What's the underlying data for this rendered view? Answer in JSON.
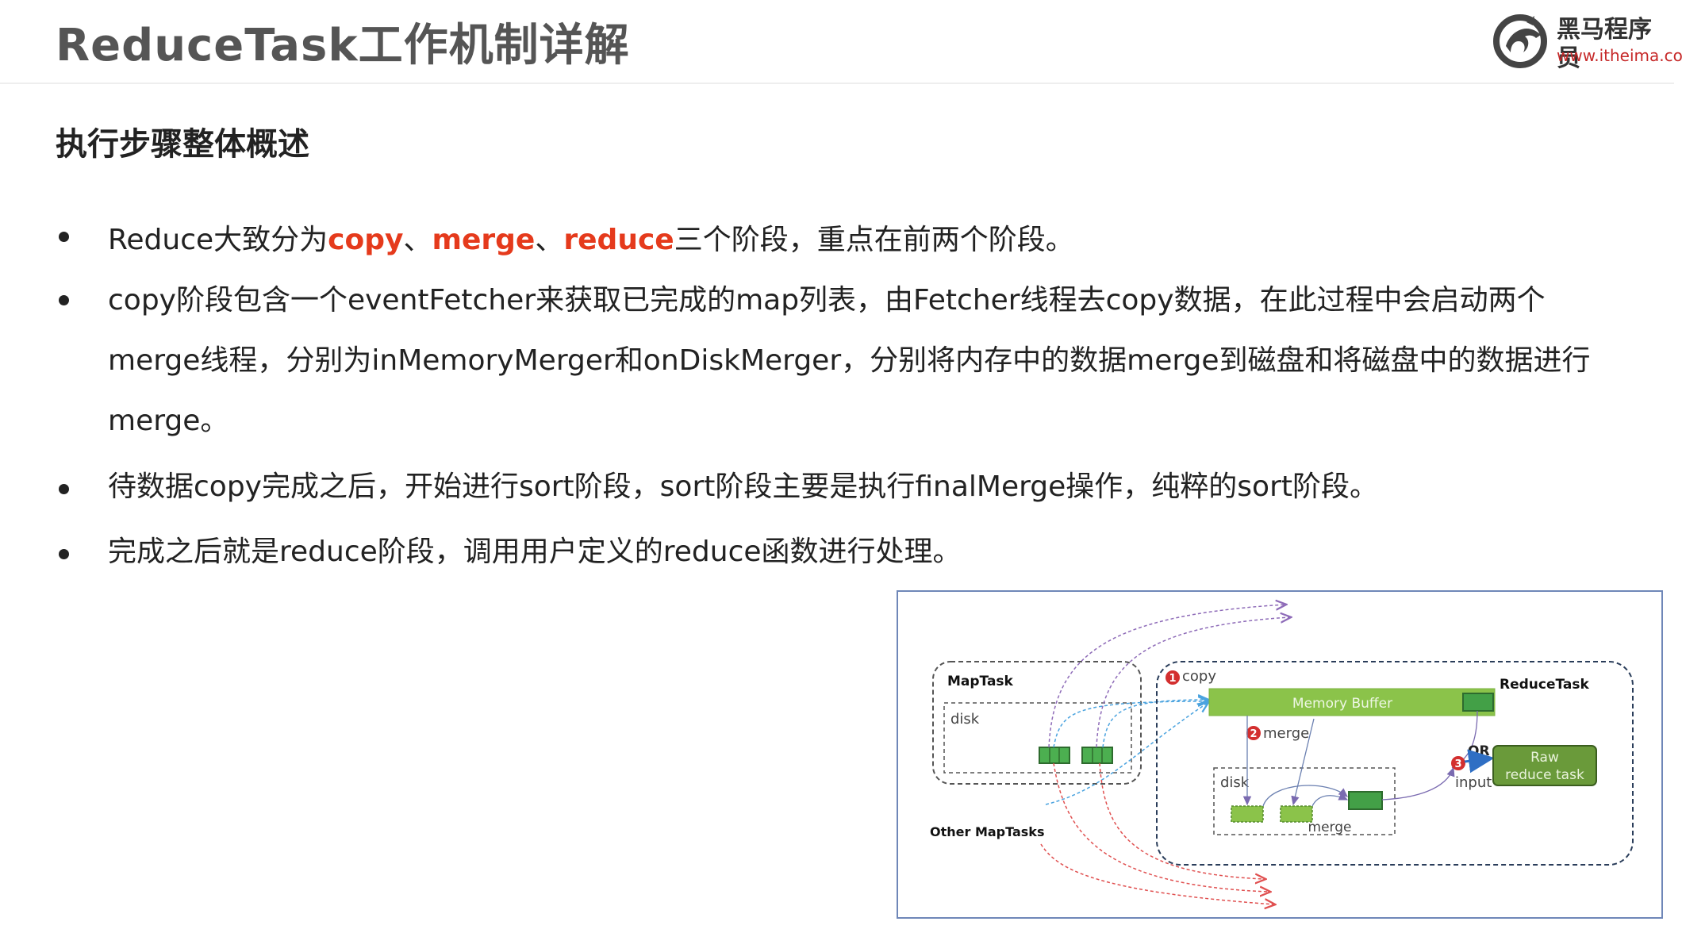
{
  "header": {
    "title": "ReduceTask工作机制详解",
    "logo_name": "黑马程序员",
    "logo_url": "www.itheima.com"
  },
  "section": {
    "heading": "执行步骤整体概述"
  },
  "bullets": {
    "b1": {
      "prefix": "Reduce大致分为",
      "kw1": "copy",
      "sep1": "、",
      "kw2": "merge",
      "sep2": "、",
      "kw3": "reduce",
      "suffix": "三个阶段，重点在前两个阶段。"
    },
    "b2": {
      "line1": "copy阶段包含一个eventFetcher来获取已完成的map列表，由Fetcher线程去copy数据，在此过程中会启动两个",
      "line2": "merge线程，分别为inMemoryMerger和onDiskMerger，分别将内存中的数据merge到磁盘和将磁盘中的数据进行",
      "line3": "merge。"
    },
    "b3": "待数据copy完成之后，开始进行sort阶段，sort阶段主要是执行finalMerge操作，纯粹的sort阶段。",
    "b4": "完成之后就是reduce阶段，调用用户定义的reduce函数进行处理。"
  },
  "diagram": {
    "maptask_label": "MapTask",
    "disk_label": "disk",
    "other_maptasks_label": "Other MapTasks",
    "reducetask_label": "ReduceTask",
    "step1_num": "1",
    "step1_label": "copy",
    "memory_buffer_label": "Memory Buffer",
    "step2_num": "2",
    "step2_label": "merge",
    "reduce_disk_label": "disk",
    "disk_merge_label": "merge",
    "step3_num": "3",
    "or_label": "OR",
    "input_label": "input",
    "raw_reduce_line1": "Raw",
    "raw_reduce_line2": "reduce task",
    "colors": {
      "green_fill": "#4caf50",
      "light_green": "#8bc34a",
      "dark_green_border": "#2e6b2e",
      "raw_box": "#6a9a3a",
      "step_badge": "#d32f2f",
      "purple_arrow": "#8e6bb8",
      "blue_arrow": "#4aa3df",
      "red_arrow": "#e05050"
    }
  }
}
